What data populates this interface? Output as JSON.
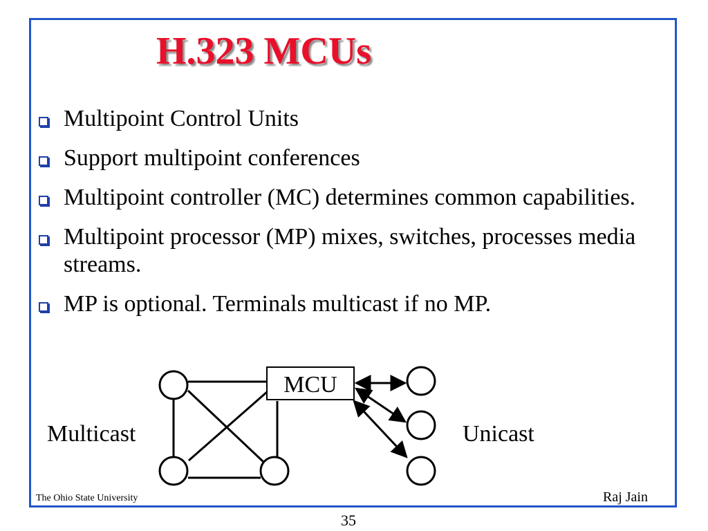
{
  "slide": {
    "title": "H.323 MCUs",
    "bullets": [
      "Multipoint Control Units",
      "Support multipoint conferences",
      "Multipoint controller (MC) determines common capabilities.",
      "Multipoint processor (MP) mixes, switches, processes media streams.",
      "MP is optional. Terminals multicast if no MP."
    ]
  },
  "diagram": {
    "mcu_label": "MCU",
    "multicast_label": "Multicast",
    "unicast_label": "Unicast"
  },
  "footer": {
    "institution": "The Ohio State University",
    "author": "Raj Jain",
    "page_number": "35"
  },
  "colors": {
    "title": "#e8102a",
    "frame": "#2255c8",
    "bullet": "#1f3fa8"
  }
}
